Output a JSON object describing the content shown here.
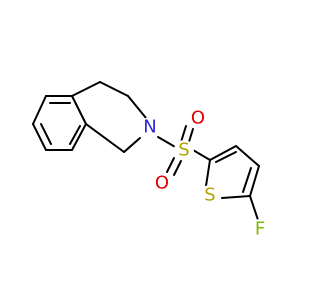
{
  "molecule": {
    "atoms": {
      "nitrogen": {
        "label": "N",
        "color": "#2b2bd8"
      },
      "sulfonyl_sulfur": {
        "label": "S",
        "color": "#b3a200"
      },
      "oxygen_top": {
        "label": "O",
        "color": "#e00000"
      },
      "oxygen_bottom": {
        "label": "O",
        "color": "#e00000"
      },
      "thiophene_sulfur": {
        "label": "S",
        "color": "#b3a200"
      },
      "fluorine": {
        "label": "F",
        "color": "#7ab800"
      }
    },
    "bond_color": "#000000"
  }
}
